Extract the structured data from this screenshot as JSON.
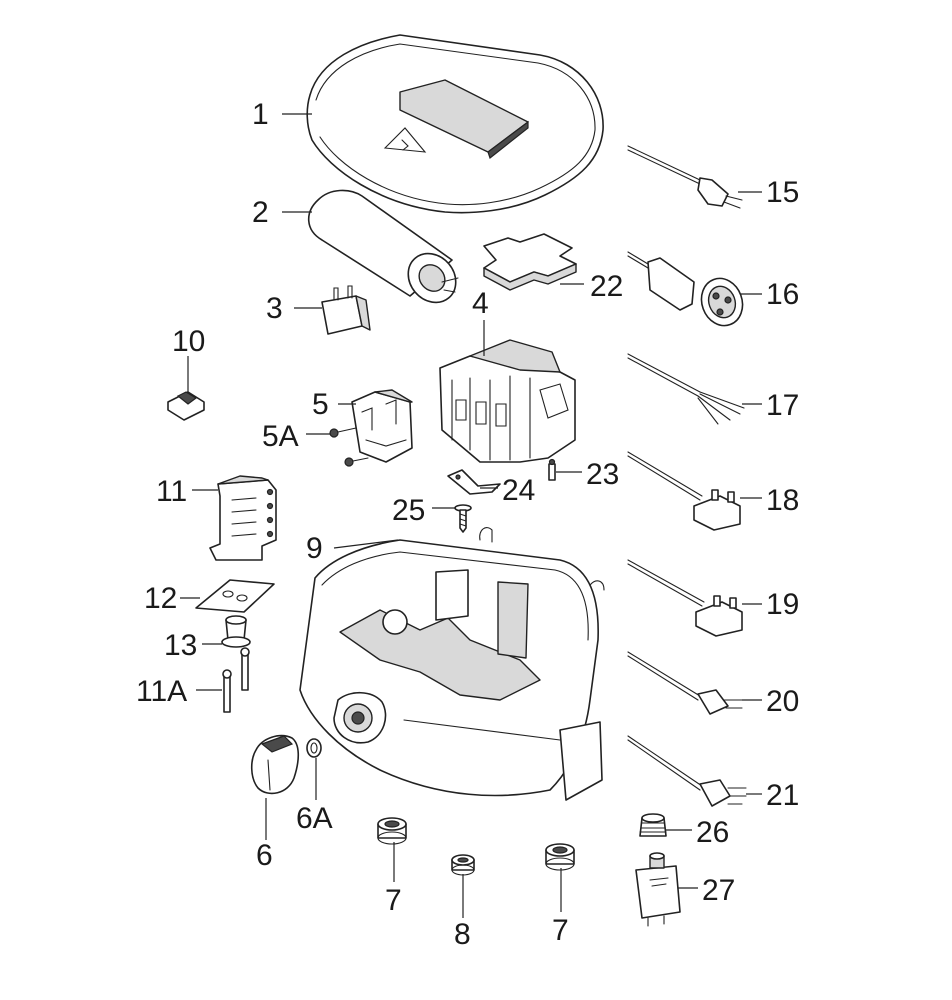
{
  "labels": {
    "p1": "1",
    "p2": "2",
    "p3": "3",
    "p4": "4",
    "p5": "5",
    "p5a": "5A",
    "p6": "6",
    "p6a": "6A",
    "p7a": "7",
    "p7b": "7",
    "p8": "8",
    "p9": "9",
    "p10": "10",
    "p11": "11",
    "p11a": "11A",
    "p12": "12",
    "p13": "13",
    "p15": "15",
    "p16": "16",
    "p17": "17",
    "p18": "18",
    "p19": "19",
    "p20": "20",
    "p21": "21",
    "p22": "22",
    "p23": "23",
    "p24": "24",
    "p25": "25",
    "p26": "26",
    "p27": "27"
  }
}
